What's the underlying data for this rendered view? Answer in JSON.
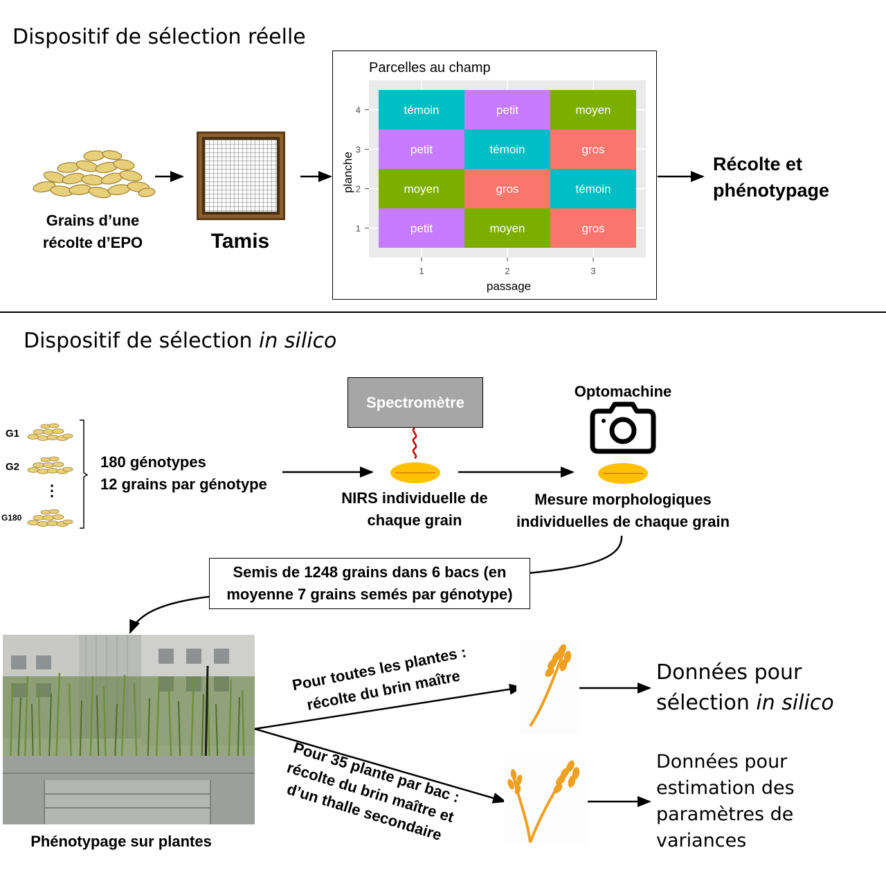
{
  "top": {
    "title": "Dispositif de sélection réelle",
    "grains_label_1": "Grains d’une",
    "grains_label_2": "récolte d’EPO",
    "tamis_label": "Tamis",
    "recolte_1": "Récolte et",
    "recolte_2": "phénotypage"
  },
  "chart_data": {
    "type": "heatmap",
    "title": "Parcelles au champ",
    "xlabel": "passage",
    "ylabel": "planche",
    "x_ticks": [
      "1",
      "2",
      "3"
    ],
    "y_ticks": [
      "4",
      "3",
      "2",
      "1"
    ],
    "grid": true,
    "rows": [
      {
        "planche": "4",
        "cells": [
          "témoin",
          "petit",
          "moyen"
        ]
      },
      {
        "planche": "3",
        "cells": [
          "petit",
          "témoin",
          "gros"
        ]
      },
      {
        "planche": "2",
        "cells": [
          "moyen",
          "gros",
          "témoin"
        ]
      },
      {
        "planche": "1",
        "cells": [
          "petit",
          "moyen",
          "gros"
        ]
      }
    ],
    "colors": {
      "témoin": "#00bfc4",
      "petit": "#c77cff",
      "moyen": "#7cae00",
      "gros": "#f8766d"
    }
  },
  "bottom": {
    "title_plain": "Dispositif de sélection ",
    "title_italic": "in silico",
    "g1": "G1",
    "g2": "G2",
    "dots": "⋮",
    "g180": "G180",
    "genotypes_1": "180 génotypes",
    "genotypes_2": "12 grains par génotype",
    "spectro": "Spectromètre",
    "nirs_1": "NIRS individuelle de",
    "nirs_2": "chaque grain",
    "opto": "Optomachine",
    "mesure_1": "Mesure morphologiques",
    "mesure_2": "individuelles de chaque grain",
    "semis_1": "Semis de 1248 grains dans 6 bacs (en",
    "semis_2": "moyenne 7 grains semés par génotype)",
    "pheno": "Phénotypage sur plantes",
    "toutes_1": "Pour toutes les plantes :",
    "toutes_2": "récolte du brin maître",
    "bac_1": "Pour 35 plante par bac :",
    "bac_2": "récolte du brin maître et",
    "bac_3": "d’un thalle secondaire",
    "donnees_1": "Données pour",
    "donnees_2_plain": "sélection ",
    "donnees_2_italic": "in silico",
    "estim_1": "Données pour",
    "estim_2": "estimation des",
    "estim_3": "paramètres de",
    "estim_4": "variances"
  },
  "colors": {
    "grain": "#ffc000",
    "spectro_box": "#a6a6a6",
    "wheat": "#f0a020"
  }
}
